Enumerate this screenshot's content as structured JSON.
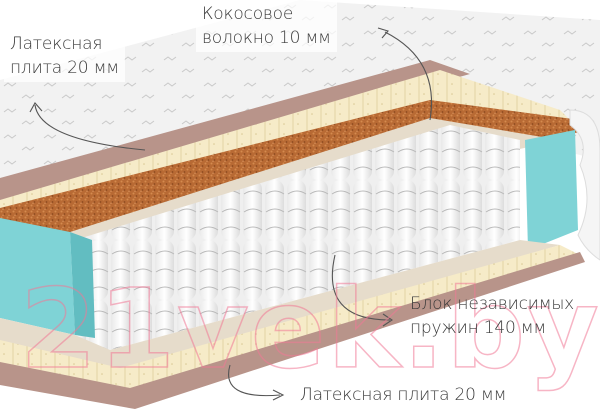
{
  "image": {
    "subject": "Mattress cross-section with independent pocket springs",
    "colors": {
      "cover": "#f1f1f1",
      "latex": "#f6ebc8",
      "coconut": "#b86a34",
      "felt": "#e6dccb",
      "perimeter_foam": "#7fd3d6",
      "bottom_base": "#b8948a",
      "springs": "#f7f7f7",
      "label_text": "#3a3a3a",
      "watermark": "#f07896"
    }
  },
  "labels": {
    "top_latex": {
      "line1": "Латексная",
      "line2": "плита 20 мм"
    },
    "coconut": {
      "line1": "Кокосовое",
      "line2": "волокно 10 мм"
    },
    "springs": {
      "line1": "Блок независимых",
      "line2": "пружин 140 мм"
    },
    "bottom_latex": {
      "line1": "Латексная плита  20 мм"
    }
  },
  "watermark": {
    "text": "21vek.by"
  }
}
